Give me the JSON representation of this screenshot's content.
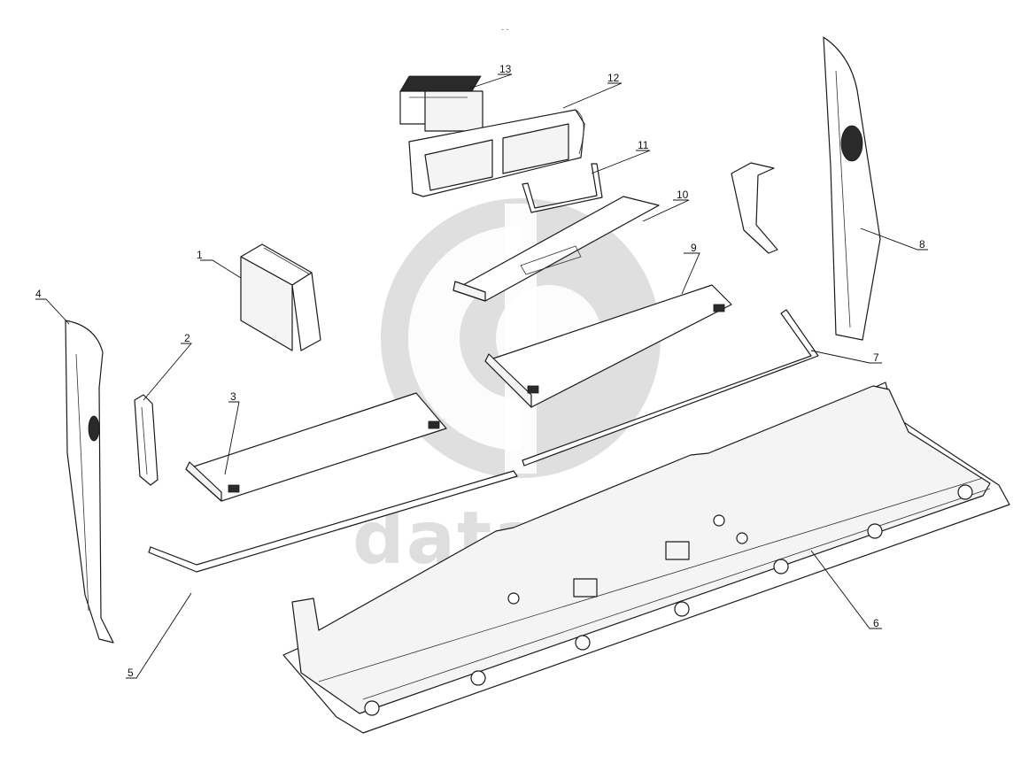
{
  "diagram": {
    "watermark": "dataparts",
    "callouts": [
      {
        "id": "1",
        "label": "1"
      },
      {
        "id": "2",
        "label": "2"
      },
      {
        "id": "3",
        "label": "3"
      },
      {
        "id": "4",
        "label": "4"
      },
      {
        "id": "5",
        "label": "5"
      },
      {
        "id": "6",
        "label": "6"
      },
      {
        "id": "7",
        "label": "7"
      },
      {
        "id": "8",
        "label": "8"
      },
      {
        "id": "9",
        "label": "9"
      },
      {
        "id": "10",
        "label": "10"
      },
      {
        "id": "11",
        "label": "11"
      },
      {
        "id": "12",
        "label": "12"
      },
      {
        "id": "13",
        "label": "13"
      }
    ]
  }
}
